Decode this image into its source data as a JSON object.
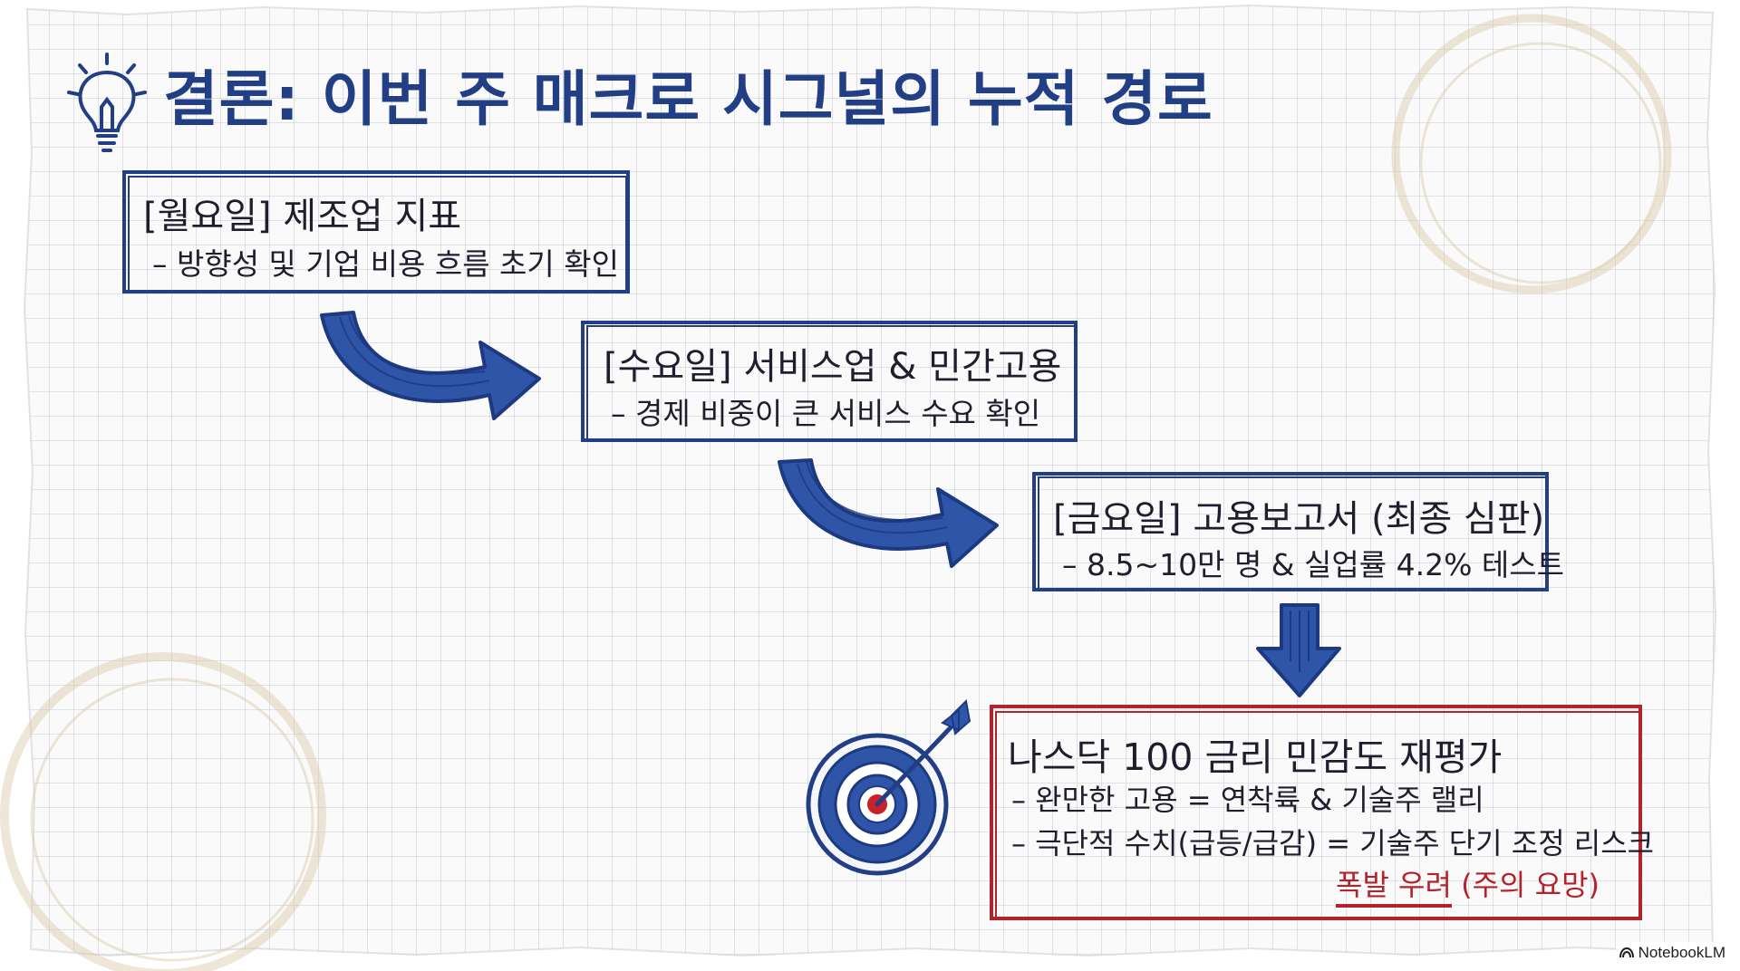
{
  "title": "결론: 이번 주 매크로 시그널의 누적 경로",
  "steps": [
    {
      "title": "[월요일] 제조업 지표",
      "sub": "– 방향성 및 기업 비용 흐름 초기 확인"
    },
    {
      "title": "[수요일] 서비스업 & 민간고용",
      "sub": "– 경제 비중이 큰 서비스 수요 확인"
    },
    {
      "title": "[금요일] 고용보고서 (최종 심판)",
      "sub": "– 8.5~10만 명 & 실업률 4.2% 테스트"
    }
  ],
  "conclusion": {
    "title": "나스닥 100 금리 민감도 재평가",
    "line1": "– 완만한 고용 = 연착륙 & 기술주 랠리",
    "line2": "– 극단적 수치(급등/급감) = 기술주 단기 조정 리스크",
    "warning_emphasis": "폭발 우려",
    "warning_note": "(주의 요망)"
  },
  "brand": "NotebookLM",
  "colors": {
    "ink_blue": "#223f86",
    "ink_red": "#b3232b",
    "text_dark": "#1e1e2e",
    "grid": "#c9ced6"
  }
}
